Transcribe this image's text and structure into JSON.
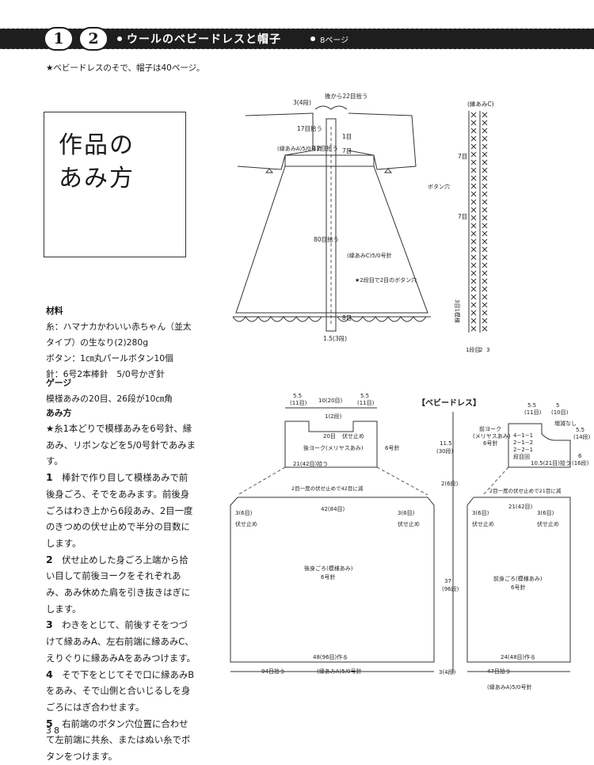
{
  "header": {
    "num1": "1",
    "num2": "2",
    "title": "ウールのベビードレスと帽子",
    "page_ref": "8ページ"
  },
  "note": "★ベビードレスのそで、帽子は40ページ。",
  "title": {
    "line1": "作品の",
    "line2": "あみ方"
  },
  "materials": {
    "heading": "材料",
    "yarn1": "糸：ハマナカかわいい赤ちゃん（並太",
    "yarn2": "タイプ）の生なり(2)280g",
    "button": "ボタン：1㎝丸パールボタン10個",
    "needle": "針：6号2本棒針　5/0号かぎ針",
    "gauge_heading": "ゲージ",
    "gauge": "模様あみの20目、26段が10㎝角",
    "method_heading": "あみ方"
  },
  "steps": {
    "intro": "★糸1本どりで模様あみを6号針、縁あみ、リボンなどを5/0号針であみます。",
    "s1n": "1",
    "s1": "棒針で作り目して模様あみで前後身ごろ、そでをあみます。前後身ごろはわき上から6段あみ、2目一度のきつめの伏せ止めで半分の目数にします。",
    "s2n": "2",
    "s2": "伏せ止めした身ごろ上端から拾い目して前後ヨークをそれぞれあみ、あみ休めた肩を引き抜きはぎにします。",
    "s3n": "3",
    "s3": "わきをとじて、前後すそをつづけて縁あみA、左右前端に縁あみC、えりぐりに縁あみAをあみつけます。",
    "s4n": "4",
    "s4": "そで下をとじてそで口に縁あみBをあみ、そで山側と合いじるしを身ごろにはぎ合わせます。",
    "s5n": "5",
    "s5": "右前端のボタン穴位置に合わせて左前端に共糸、またはぬい糸でボタンをつけます。"
  },
  "page_number": "38",
  "dress_diagram": {
    "neck_pick": "後から22目拾う",
    "a": "3(4段)",
    "b": "17目拾う",
    "c": "1目",
    "d": "12目拾う",
    "e": "(縁あみA)5/0号針",
    "f": "7目",
    "g": "80目拾う",
    "h": "(縁あみC)5/0号針",
    "i": "★2段目で2目のボタン穴",
    "j": "8目",
    "k": "1.5(3段)"
  },
  "edge_chart": {
    "title": "(縁あみC)",
    "a": "7目",
    "b": "ボタン穴",
    "c": "7目",
    "d": "3目1模様",
    "e": "1段目",
    "f": "2",
    "g": "3"
  },
  "section_label": "【ベビードレス】",
  "back": {
    "w1": "5.5",
    "w1b": "(11目)",
    "w2": "10(20目)",
    "w3": "5.5",
    "w3b": "(11目)",
    "top": "1(2段)",
    "neck": "20目",
    "bind": "伏せ止め",
    "yoke": "後ヨーク(メリヤスあみ)",
    "needle6": "6号針",
    "width21": "21(42目)拾う",
    "h1": "11.5",
    "h1b": "(30段)",
    "h2": "2(6段)",
    "dec": "2目一度の伏せ止めで42目に減",
    "width42": "42(84目)",
    "l1": "3(6目)",
    "l2": "伏せ止め",
    "r1": "3(6目)",
    "r2": "伏せ止め",
    "body": "後身ごろ(模様あみ)",
    "bneedle": "6号針",
    "h3": "37",
    "h3b": "(96段)",
    "cast": "48(96目)作る",
    "pick": "94目拾う",
    "edgeA": "(縁あみA)5/0号針",
    "h4": "3(4段)"
  },
  "front": {
    "w1": "5.5",
    "w1b": "(11目)",
    "w2": "5",
    "w2b": "(10目)",
    "yoke": "前ヨーク",
    "yoke2": "(メリヤスあみ)",
    "yneedle": "6号針",
    "inc": "増減なし",
    "rows": "4−1−1",
    "rows2": "2−1−2",
    "rows3": "2−2−1",
    "rows4": "段目回",
    "h1": "5.5",
    "h1b": "(14段)",
    "h2": "6",
    "h2b": "(16段)",
    "pick": "10.5(21目)拾う",
    "dec": "2目一度の伏せ止めで21目に減",
    "width21": "21(42目)",
    "l1": "3(6目)",
    "l2": "伏せ止め",
    "r1": "3(6目)",
    "r2": "伏せ止め",
    "body": "前身ごろ(模様あみ)",
    "bneedle": "6号針",
    "cast": "24(48目)作る",
    "pick2": "47目拾う",
    "edgeA": "(縁あみA)5/0号針"
  }
}
